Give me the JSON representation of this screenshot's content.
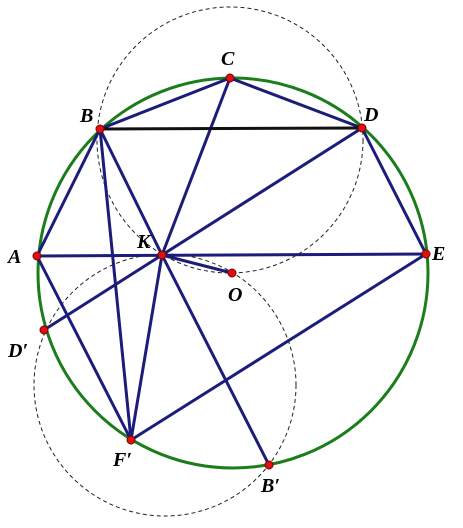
{
  "colors": {
    "circle": "#1b7d1b",
    "segment": "#1c1c7a",
    "chord_bd": "#111111",
    "aux_circle": "#222222",
    "point": "#e01010",
    "label": "#000000"
  },
  "labels": {
    "A": "A",
    "B": "B",
    "C": "C",
    "D": "D",
    "E": "E",
    "K": "K",
    "O": "O",
    "D_prime": "D′",
    "F_prime": "F′",
    "B_prime": "B′"
  }
}
